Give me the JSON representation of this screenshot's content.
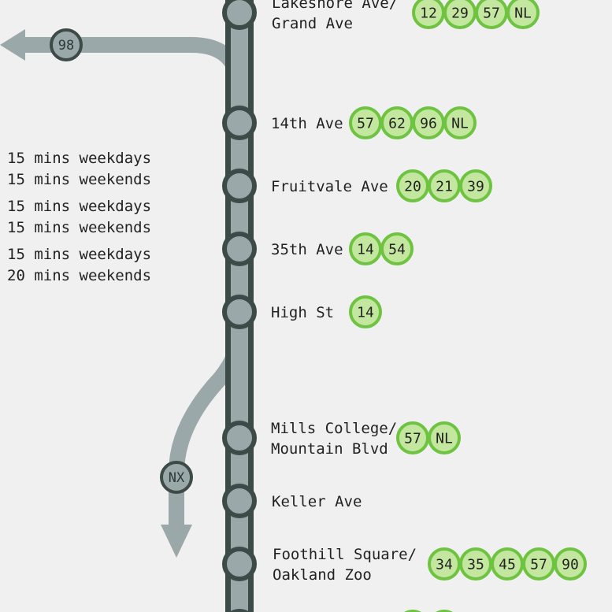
{
  "colors": {
    "background": "#f0f0f0",
    "trunk_casing": "#3c4b47",
    "trunk_fill": "#9aa8aa",
    "branch": "#9aa8aa",
    "stop_ring": "#3c4b47",
    "stop_fill": "#9aa8aa",
    "route_badge_fill": "#c4e7a0",
    "route_badge_ring": "#6ec341",
    "text": "#222222"
  },
  "stops": [
    {
      "name_lines": [
        "Lakeshore Ave/",
        "Grand Ave"
      ],
      "routes": [
        "12",
        "29",
        "57",
        "NL"
      ]
    },
    {
      "name_lines": [
        "14th Ave"
      ],
      "routes": [
        "57",
        "62",
        "96",
        "NL"
      ]
    },
    {
      "name_lines": [
        "Fruitvale Ave"
      ],
      "routes": [
        "20",
        "21",
        "39"
      ]
    },
    {
      "name_lines": [
        "35th Ave"
      ],
      "routes": [
        "14",
        "54"
      ]
    },
    {
      "name_lines": [
        "High St"
      ],
      "routes": [
        "14"
      ]
    },
    {
      "name_lines": [
        "Mills College/",
        "Mountain Blvd"
      ],
      "routes": [
        "57",
        "NL"
      ]
    },
    {
      "name_lines": [
        "Keller Ave"
      ],
      "routes": []
    },
    {
      "name_lines": [
        "Foothill Square/",
        "Oakland Zoo"
      ],
      "routes": [
        "34",
        "35",
        "45",
        "57",
        "90"
      ]
    }
  ],
  "branches": [
    {
      "route": "98",
      "direction": "west"
    },
    {
      "route": "NX",
      "direction": "south"
    }
  ],
  "frequencies": [
    {
      "weekdays": "15 mins weekdays",
      "weekends": "15 mins weekends"
    },
    {
      "weekdays": "15 mins weekdays",
      "weekends": "15 mins weekends"
    },
    {
      "weekdays": "15 mins weekdays",
      "weekends": "20 mins weekends"
    }
  ]
}
